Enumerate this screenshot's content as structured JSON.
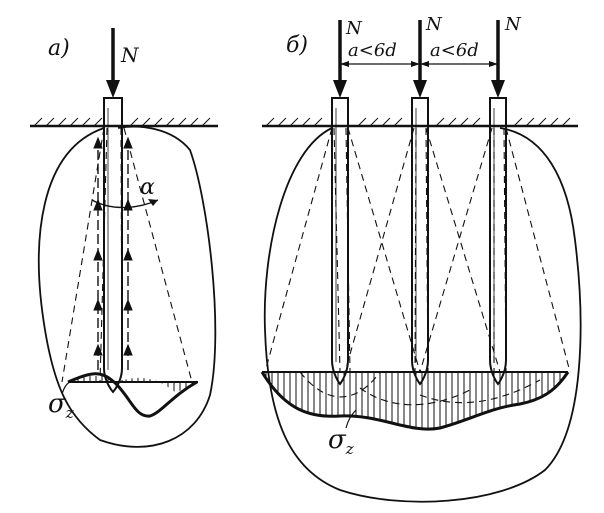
{
  "figure_a": {
    "label": "а)",
    "load_label": "N",
    "angle_label": "α",
    "stress_label": "σ",
    "stress_subscript": "z"
  },
  "figure_b": {
    "label": "б)",
    "load_labels": [
      "N",
      "N",
      "N"
    ],
    "spacing_labels": [
      "a<6d",
      "a<6d"
    ],
    "stress_label": "σ",
    "stress_subscript": "z"
  }
}
